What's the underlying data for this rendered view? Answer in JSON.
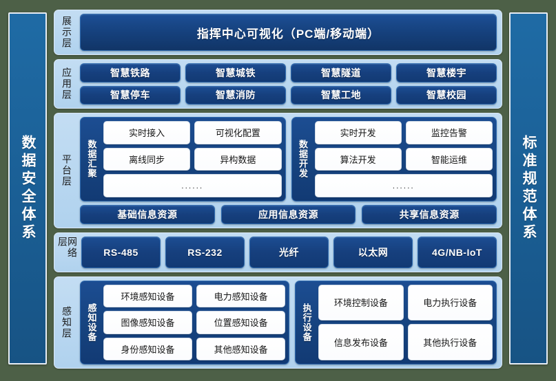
{
  "colors": {
    "background": "#4d6047",
    "pillar": "#1f6ba5",
    "layer_band": "#b0d2ee",
    "chip_navy": "#16427f",
    "chip_white": "#ffffff",
    "chip_border": "#2f6bb0"
  },
  "left_pillar": {
    "label": "数据安全体系"
  },
  "right_pillar": {
    "label": "标准规范体系"
  },
  "layers": {
    "presentation": {
      "label": "展示层",
      "hero": "指挥中心可视化（PC端/移动端）"
    },
    "application": {
      "label": "应用层",
      "row1": [
        "智慧铁路",
        "智慧城铁",
        "智慧隧道",
        "智慧楼宇"
      ],
      "row2": [
        "智慧停车",
        "智慧消防",
        "智慧工地",
        "智慧校园"
      ]
    },
    "platform": {
      "label": "平台层",
      "group_aggregation": {
        "label": "数据汇聚",
        "row1": [
          "实时接入",
          "可视化配置"
        ],
        "row2": [
          "离线同步",
          "异构数据"
        ],
        "row3": [
          "......"
        ]
      },
      "group_development": {
        "label": "数据开发",
        "row1": [
          "实时开发",
          "监控告警"
        ],
        "row2": [
          "算法开发",
          "智能运维"
        ],
        "row3": [
          "......"
        ]
      },
      "resources": [
        "基础信息资源",
        "应用信息资源",
        "共享信息资源"
      ]
    },
    "network": {
      "label": "网络层",
      "items": [
        "RS-485",
        "RS-232",
        "光纤",
        "以太网",
        "4G/NB-IoT"
      ]
    },
    "perception": {
      "label": "感知层",
      "group_sensing": {
        "label": "感知设备",
        "row1": [
          "环境感知设备",
          "电力感知设备"
        ],
        "row2": [
          "图像感知设备",
          "位置感知设备"
        ],
        "row3": [
          "身份感知设备",
          "其他感知设备"
        ]
      },
      "group_actuation": {
        "label": "执行设备",
        "row1": [
          "环境控制设备",
          "电力执行设备"
        ],
        "row2": [
          "信息发布设备",
          "其他执行设备"
        ]
      }
    }
  }
}
